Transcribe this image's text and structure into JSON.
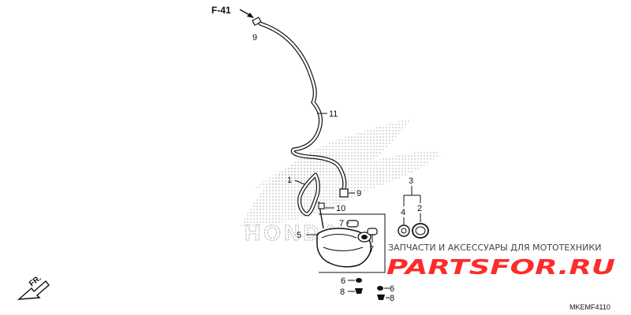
{
  "diagram": {
    "reference": "F-41",
    "direction": "FR.",
    "part_code": "MKEMF4110",
    "brand_mark": "HONDA",
    "callouts": {
      "c9_top": "9",
      "c11": "11",
      "c1": "1",
      "c9_mid": "9",
      "c10": "10",
      "c3": "3",
      "c4": "4",
      "c2": "2",
      "c7_top": "7",
      "c5": "5",
      "c7_right": "7",
      "c6_left": "6",
      "c8_left": "8",
      "c6_right": "6",
      "c8_right": "8"
    }
  },
  "watermark": {
    "line1": "ЗАПЧАСТИ И АКСЕССУАРЫ ДЛЯ МОТОТЕХНИКИ",
    "brand": "PARTSFOR.RU"
  }
}
